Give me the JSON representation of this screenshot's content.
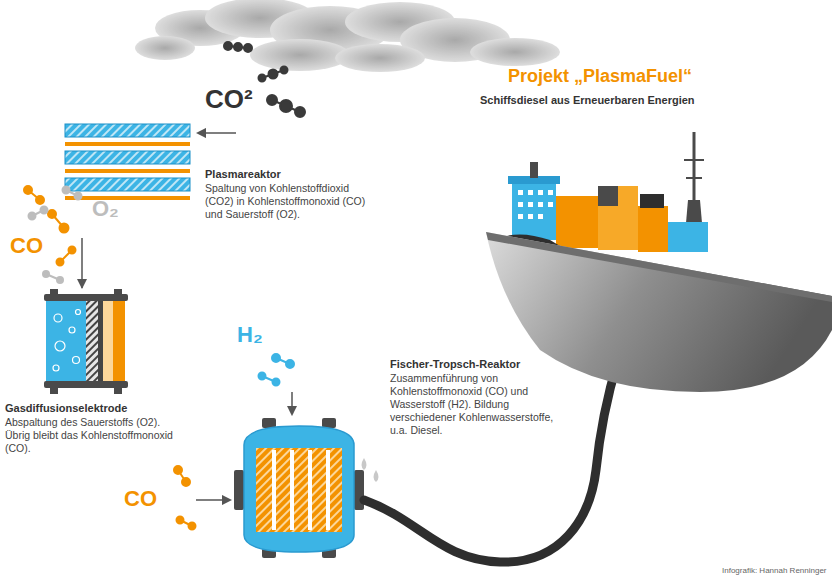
{
  "diagram": {
    "title": "Projekt „PlasmaFuel“",
    "nodes": [
      {
        "text": [
          "Plasmareaktor",
          "Spaltung von Kohlenstoffdioxid (CO2) in Kohlenstoffmonoxid (CO) und Sauerstoff (O2)."
        ]
      },
      {
        "text": [
          "Gasdiffusionselektrode",
          "Abspaltung des Sauerstoffs (O2). Übrig bleibt das Kohlenstoffmonoxid (CO)."
        ]
      },
      {
        "text": [
          "Fischer-Tropsch-Reaktor",
          "Zusammenführung von Kohlenstoffmonoxid (CO) und Wasserstoff (H2). Bildung verschiedener Kohlenwasserstoffe, u.a. Diesel."
        ]
      }
    ],
    "edges": [
      {
        "from": 0,
        "to": 1,
        "arrow": "to"
      }
    ],
    "labels": [
      "CO²",
      "O₂",
      "CO",
      "H₂",
      "CO",
      "Schiffsdiesel aus Erneuerbaren Energien",
      "Infografik: Hannah Renninger"
    ]
  }
}
